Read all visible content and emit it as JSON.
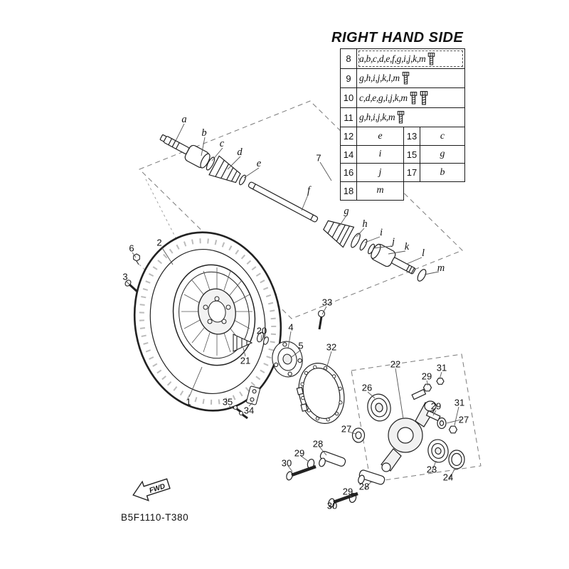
{
  "title": "RIGHT HAND SIDE",
  "drawing_number": "B5F1110-T380",
  "fwd_label": "FWD",
  "table": {
    "rows_wide": [
      {
        "num": "8",
        "letters": "a,b,c,d,e,f,g,i,j,k,m",
        "icons": [
          "bolt-icon"
        ]
      },
      {
        "num": "9",
        "letters": "g,h,i,j,k,l,m",
        "icons": [
          "bolt-icon"
        ]
      },
      {
        "num": "10",
        "letters": "c,d,e,g,i,j,k,m",
        "icons": [
          "bolt-icon",
          "bolt-icon"
        ]
      },
      {
        "num": "11",
        "letters": "g,h,i,j,k,m",
        "icons": [
          "bolt-icon"
        ]
      }
    ],
    "rows_pairs": [
      {
        "c1": "12",
        "c2": "e",
        "c3": "13",
        "c4": "c"
      },
      {
        "c1": "14",
        "c2": "i",
        "c3": "15",
        "c4": "g"
      },
      {
        "c1": "16",
        "c2": "j",
        "c3": "17",
        "c4": "b"
      }
    ],
    "row_last": {
      "c1": "18",
      "c2": "m"
    }
  },
  "callouts": {
    "letters": [
      "a",
      "b",
      "c",
      "d",
      "e",
      "f",
      "g",
      "h",
      "i",
      "j",
      "k",
      "l",
      "m"
    ],
    "numbers": [
      "1",
      "2",
      "3",
      "4",
      "5",
      "6",
      "7",
      "20",
      "21",
      "22",
      "23",
      "24",
      "26",
      "27",
      "28",
      "29",
      "30",
      "31",
      "32",
      "33",
      "34",
      "35"
    ]
  }
}
